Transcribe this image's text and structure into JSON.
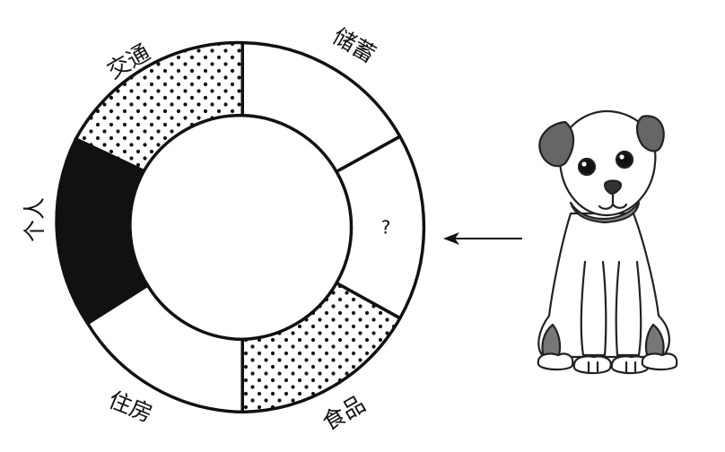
{
  "diagram": {
    "segments": [
      {
        "label": "储蓄",
        "pattern": "white"
      },
      {
        "label": "?",
        "pattern": "white"
      },
      {
        "label": "食品",
        "pattern": "dots"
      },
      {
        "label": "住房",
        "pattern": "white"
      },
      {
        "label": "个人",
        "pattern": "black"
      },
      {
        "label": "交通",
        "pattern": "dots"
      }
    ],
    "question_mark": "?",
    "arrow": {
      "direction": "left"
    },
    "illustration": {
      "subject": "dog-icon"
    }
  }
}
